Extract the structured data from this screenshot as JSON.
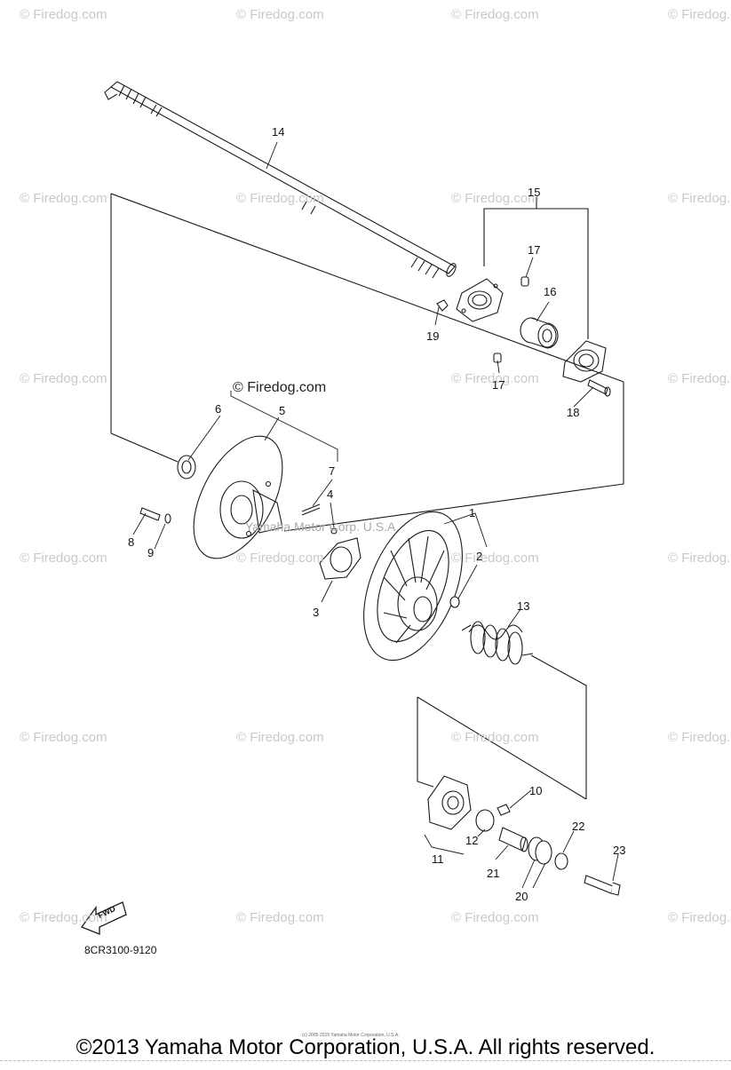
{
  "watermark": "© Firedog.com",
  "brand_label": "© Firedog.com",
  "manufacturer_mark": "Yamaha Motor Corp. U.S.A.",
  "callouts": [
    "1",
    "2",
    "3",
    "4",
    "5",
    "6",
    "7",
    "8",
    "9",
    "10",
    "11",
    "12",
    "13",
    "14",
    "15",
    "16",
    "17",
    "17",
    "18",
    "19",
    "20",
    "21",
    "22",
    "23"
  ],
  "fwd_label": "FWD",
  "diagram_code": "8CR3100-9120",
  "tiny_print": "(c) 2005-2015 Yamaha Motor Corporation, U.S.A.",
  "copyright": "©2013 Yamaha Motor Corporation, U.S.A. All rights reserved.",
  "colors": {
    "line": "#1a1a1a",
    "watermark": "#c9c9c9",
    "background": "#ffffff"
  }
}
